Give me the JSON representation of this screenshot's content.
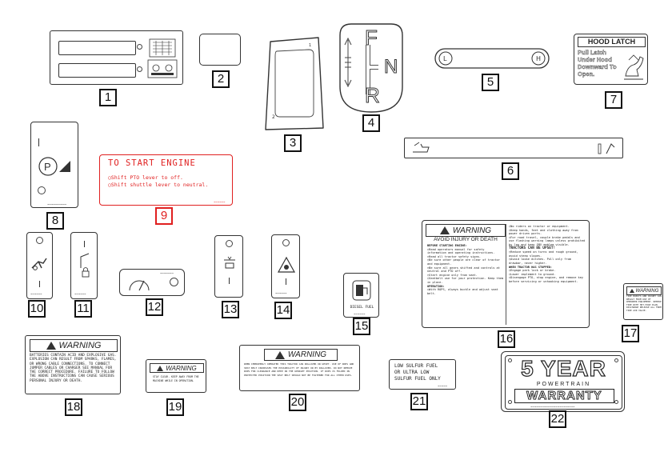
{
  "callouts": [
    "1",
    "2",
    "3",
    "4",
    "5",
    "6",
    "7",
    "8",
    "9",
    "10",
    "11",
    "12",
    "13",
    "14",
    "15",
    "16",
    "17",
    "18",
    "19",
    "20",
    "21",
    "22"
  ],
  "decal4": {
    "f": "F",
    "n": "N",
    "r": "R"
  },
  "decal7": {
    "title": "HOOD LATCH",
    "lines": [
      "Pull Latch",
      "Under Hood",
      "Downward To",
      "Open."
    ]
  },
  "decal9": {
    "title": "TO START ENGINE",
    "line1": "○Shift PTO lever to off.",
    "line2": "○Shift shuttle lever to neutral."
  },
  "decal15": {
    "label": "DIESEL FUEL"
  },
  "decal16": {
    "header": "WARNING",
    "subheader": "AVOID INJURY OR DEATH",
    "left_title": "BEFORE STARTING ENGINE:",
    "left_items": [
      "○Read operators manual for safety information and operating instructions.",
      "○Read all tractor safety signs.",
      "○Be sure other people are clear of tractor and equipment.",
      "○Be sure all gears shifted and controls at neutral and PTO off.",
      "○Start engine only from seat.",
      "○Seatbelt use for your protection. Keep them in place."
    ],
    "op_title": "OPERATION:",
    "op_items": [
      "○With ROPS, always buckle and adjust seat belt."
    ],
    "right_items": [
      "○No riders on tractor or equipment.",
      "○Keep hands, feet and clothing away from power driven parts.",
      "○For road travel, couple brake pedals and use flashing warning lamps unless prohibited by law and keep SMV emblem visible."
    ],
    "upset_title": "TRACTORS CAN BE UPSET!",
    "upset_items": [
      "○Reduce speed on turns and rough ground, avoid steep slopes.",
      "○Avoid loose ditches. Pull only from drawbar, never higher."
    ],
    "stop_title": "WHEN TRACTOR HAS STOPPED:",
    "stop_items": [
      "○Engage park lock or brake.",
      "○Lower implement to ground.",
      "○Disengage PTO, stop engine, and remove key before servicing or unhooking equipment."
    ]
  },
  "decal17": {
    "header": "WARNING",
    "text": "TIRE BURSTS AND INJURY CAN RESULT FROM USE OF IMPROPER EQUIPMENT. REMOVE TIRE WITH HOT-HIGH PLAN. DISCHARGE RELEASE ALL FROM TIRE AIR VALVE."
  },
  "decal18": {
    "header": "WARNING",
    "text": "BATTERIES CONTAIN ACID AND EXPLOSIVE GAS. EXPLOSION CAN RESULT FROM SPARKS, FLAMES, OR WRONG CABLE CONNECTIONS. TO CONNECT JUMPER CABLES OR CHARGER SEE MANUAL FOR THE CORRECT PROCEDURE. FAILURE TO FOLLOW THE ABOVE INSTRUCTIONS CAN CAUSE SERIOUS PERSONAL INJURY OR DEATH."
  },
  "decal19": {
    "header": "WARNING",
    "text": "STAY CLEAR. KEEP AWAY FROM THE MACHINE WHILE IN OPERATION."
  },
  "decal20": {
    "header": "WARNING",
    "text": "WHEN IMPROPERLY OPERATED THIS TRACTOR CAN ROLLOVER OR UPSET. USE OF ROPS AND SEAT BELT INCREASES THE POSSIBILITY OF INJURY OR BY ROLLOVER. DO NOT REMOVE ROPS FOR CLEARANCE AND KEEP IN THE UPRIGHT POSITION. IF ROPS IS FOLDED IN PROTECTED POSITION THE SEAT BELT SHOULD NOT BE FASTENED FOR ALL OTHER USES."
  },
  "decal21": {
    "lines": [
      "LOW SULFUR FUEL",
      "OR ULTRA LOW",
      "SULFUR FUEL ONLY"
    ]
  },
  "decal22": {
    "line1": "5 YEAR",
    "line2": "POWERTRAIN",
    "line3": "WARRANTY"
  },
  "colors": {
    "ink": "#222222",
    "red": "#e02020",
    "frame": "#333333"
  },
  "icons": [
    "control-panel-icon",
    "pto-icon",
    "hand-throttle-icon",
    "lever-icon",
    "warning-triangle-icon",
    "fuel-pump-icon",
    "tachometer-icon",
    "tractor-icon"
  ]
}
